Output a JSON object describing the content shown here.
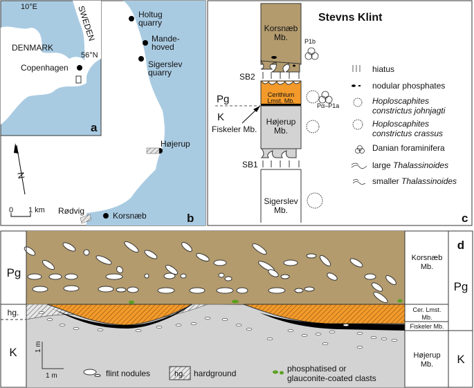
{
  "colors": {
    "sea": "#a9cbe2",
    "paleogene": "#b39b6e",
    "cerithium": "#f39a2a",
    "cretaceous": "#d3d3d3",
    "clasts": "#5aa020"
  },
  "panel_a": {
    "label": "a",
    "lon": "10°E",
    "lat": "56°N",
    "country1": "DENMARK",
    "country2": "SWEDEN",
    "city": "Copenhagen"
  },
  "panel_b": {
    "label": "b",
    "sites": [
      "Holtug",
      "quarry",
      "Mande-",
      "hoved",
      "Sigerslev",
      "quarry",
      "Højerup",
      "Rødvig",
      "Korsnæb"
    ],
    "north": "N",
    "scale_0": "0",
    "scale_1": "1 km"
  },
  "panel_c": {
    "label": "c",
    "title": "Stevns Klint",
    "units": [
      "Korsnæb",
      "Mb.",
      "Cerithium",
      "Lmst. Mb.",
      "Højerup",
      "Mb.",
      "Sigerslev",
      "Mb."
    ],
    "sb2": "SB2",
    "sb1": "SB1",
    "pg": "Pg",
    "k": "K",
    "fiskeler": "Fiskeler Mb.",
    "zone_p1b": "P1b",
    "zone_p0": "Pα–P1a",
    "legend": [
      {
        "text": "hiatus",
        "italic": false
      },
      {
        "text": "nodular phosphates",
        "italic": false
      },
      {
        "text": "Hoploscaphites",
        "italic": true
      },
      {
        "text": "constrictus johnjagti",
        "italic": true
      },
      {
        "text": "Hoploscaphites",
        "italic": true
      },
      {
        "text": "constrictus crassus",
        "italic": true
      },
      {
        "text": "Danian foraminifera",
        "italic": false
      },
      {
        "text": "large ",
        "italic": false,
        "suffix": "Thalassinoides"
      },
      {
        "text": "smaller ",
        "italic": false,
        "suffix": "Thalassinoides"
      }
    ]
  },
  "panel_d": {
    "label": "d",
    "left": {
      "pg": "Pg",
      "hg": "hg.",
      "k": "K"
    },
    "right_units": [
      "Korsnæb",
      "Mb.",
      "Cer. Lmst.",
      "Mb.",
      "Fiskeler Mb.",
      "Højerup",
      "Mb."
    ],
    "far_right": {
      "pg": "Pg",
      "k": "K"
    },
    "scale_v": "1 m",
    "scale_h": "1 m",
    "legend": {
      "flint": "flint nodules",
      "hg_box": "hg.",
      "hardground": "hardground",
      "clasts1": "phosphatised or",
      "clasts2": "glauconite-coated clasts"
    }
  }
}
